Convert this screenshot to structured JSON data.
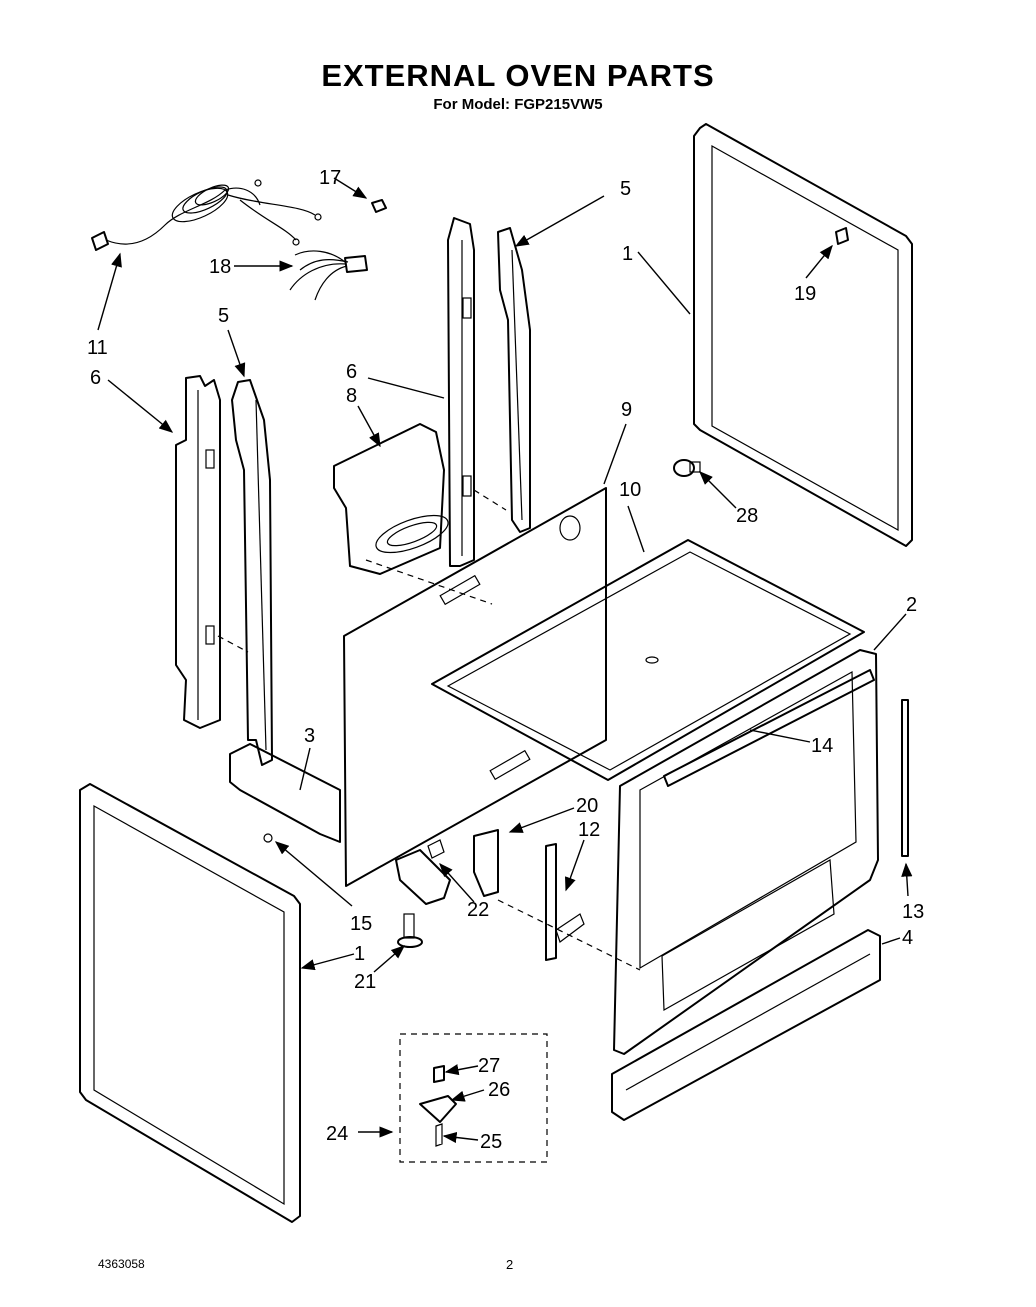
{
  "header": {
    "title": "EXTERNAL OVEN PARTS",
    "subtitle": "For Model: FGP215VW5"
  },
  "callouts": {
    "c1a": "1",
    "c1b": "1",
    "c2": "2",
    "c3": "3",
    "c4": "4",
    "c5a": "5",
    "c5b": "5",
    "c6a": "6",
    "c6b": "6",
    "c8": "8",
    "c9": "9",
    "c10": "10",
    "c11": "11",
    "c12": "12",
    "c13": "13",
    "c14": "14",
    "c15": "15",
    "c17": "17",
    "c18": "18",
    "c19": "19",
    "c20": "20",
    "c21": "21",
    "c22": "22",
    "c24": "24",
    "c25": "25",
    "c26": "26",
    "c27": "27",
    "c28": "28"
  },
  "footer": {
    "doc_number": "4363058",
    "page_number": "2"
  }
}
